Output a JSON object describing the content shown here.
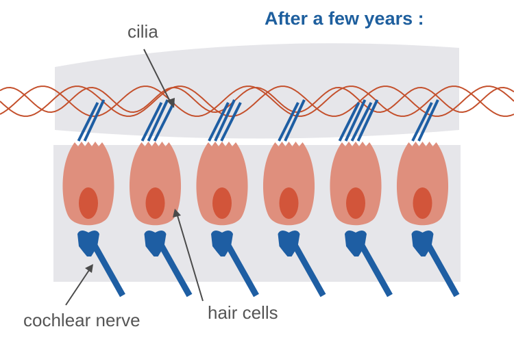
{
  "title": "After a few years :",
  "labels": {
    "cilia": "cilia",
    "hair_cells": "hair cells",
    "cochlear_nerve": "cochlear nerve"
  },
  "colors": {
    "title": "#1e5f9e",
    "membrane": "#e6e6ea",
    "wave": "#c4502c",
    "cell_body": "#df8f7d",
    "nucleus": "#d2553a",
    "cilia_and_nerve": "#1e5ea3",
    "label_text": "#555555",
    "pointer": "#4a4a4a"
  },
  "hair_cells": [
    {
      "cilia_count": 2
    },
    {
      "cilia_count": 3
    },
    {
      "cilia_count": 3
    },
    {
      "cilia_count": 2
    },
    {
      "cilia_count": 4
    },
    {
      "cilia_count": 2
    }
  ]
}
